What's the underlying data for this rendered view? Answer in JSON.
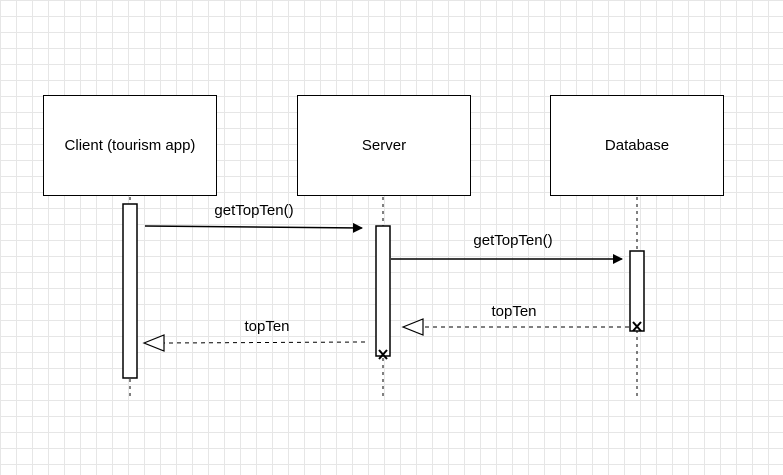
{
  "participants": [
    {
      "name": "Client (tourism app)"
    },
    {
      "name": "Server"
    },
    {
      "name": "Database"
    }
  ],
  "messages": [
    {
      "label": "getTopTen()",
      "from": "Client (tourism app)",
      "to": "Server",
      "kind": "call"
    },
    {
      "label": "getTopTen()",
      "from": "Server",
      "to": "Database",
      "kind": "call"
    },
    {
      "label": "topTen",
      "from": "Database",
      "to": "Server",
      "kind": "return"
    },
    {
      "label": "topTen",
      "from": "Server",
      "to": "Client (tourism app)",
      "kind": "return"
    }
  ],
  "colors": {
    "line": "#000000",
    "grid": "#e6e6e6",
    "background": "#ffffff"
  }
}
